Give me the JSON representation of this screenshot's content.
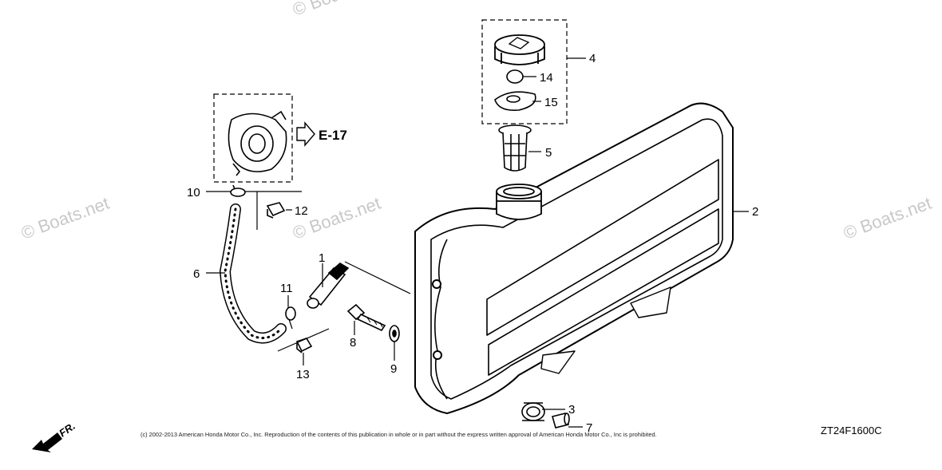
{
  "watermark": "© Boats.net",
  "reference": "E-17",
  "front_label": "FR.",
  "diagram_code": "ZT24F1600C",
  "copyright": "(c) 2002-2013 American Honda Motor Co., Inc. Reproduction of the contents of this publication in whole or in part without the express written approval of American Honda Motor Co., Inc is prohibited.",
  "callouts": {
    "c1": "1",
    "c2": "2",
    "c3": "3",
    "c4": "4",
    "c5": "5",
    "c6": "6",
    "c7": "7",
    "c8": "8",
    "c9": "9",
    "c10": "10",
    "c11": "11",
    "c12": "12",
    "c13": "13",
    "c14": "14",
    "c15": "15"
  }
}
